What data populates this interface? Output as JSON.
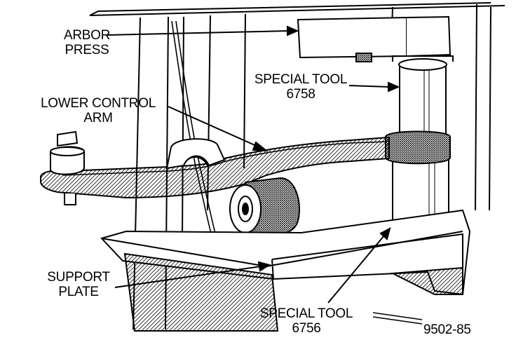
{
  "labels": {
    "arbor_press": [
      "ARBOR",
      "PRESS"
    ],
    "special_tool_top": [
      "SPECIAL TOOL",
      "6758"
    ],
    "lower_control_arm": [
      "LOWER CONTROL",
      "ARM"
    ],
    "support_plate": [
      "SUPPORT",
      "PLATE"
    ],
    "special_tool_bottom": [
      "SPECIAL TOOL",
      "6756"
    ],
    "figure_number": "9502-85"
  },
  "colors": {
    "ink": "#000000",
    "background": "#ffffff",
    "hatch": "#000000"
  }
}
